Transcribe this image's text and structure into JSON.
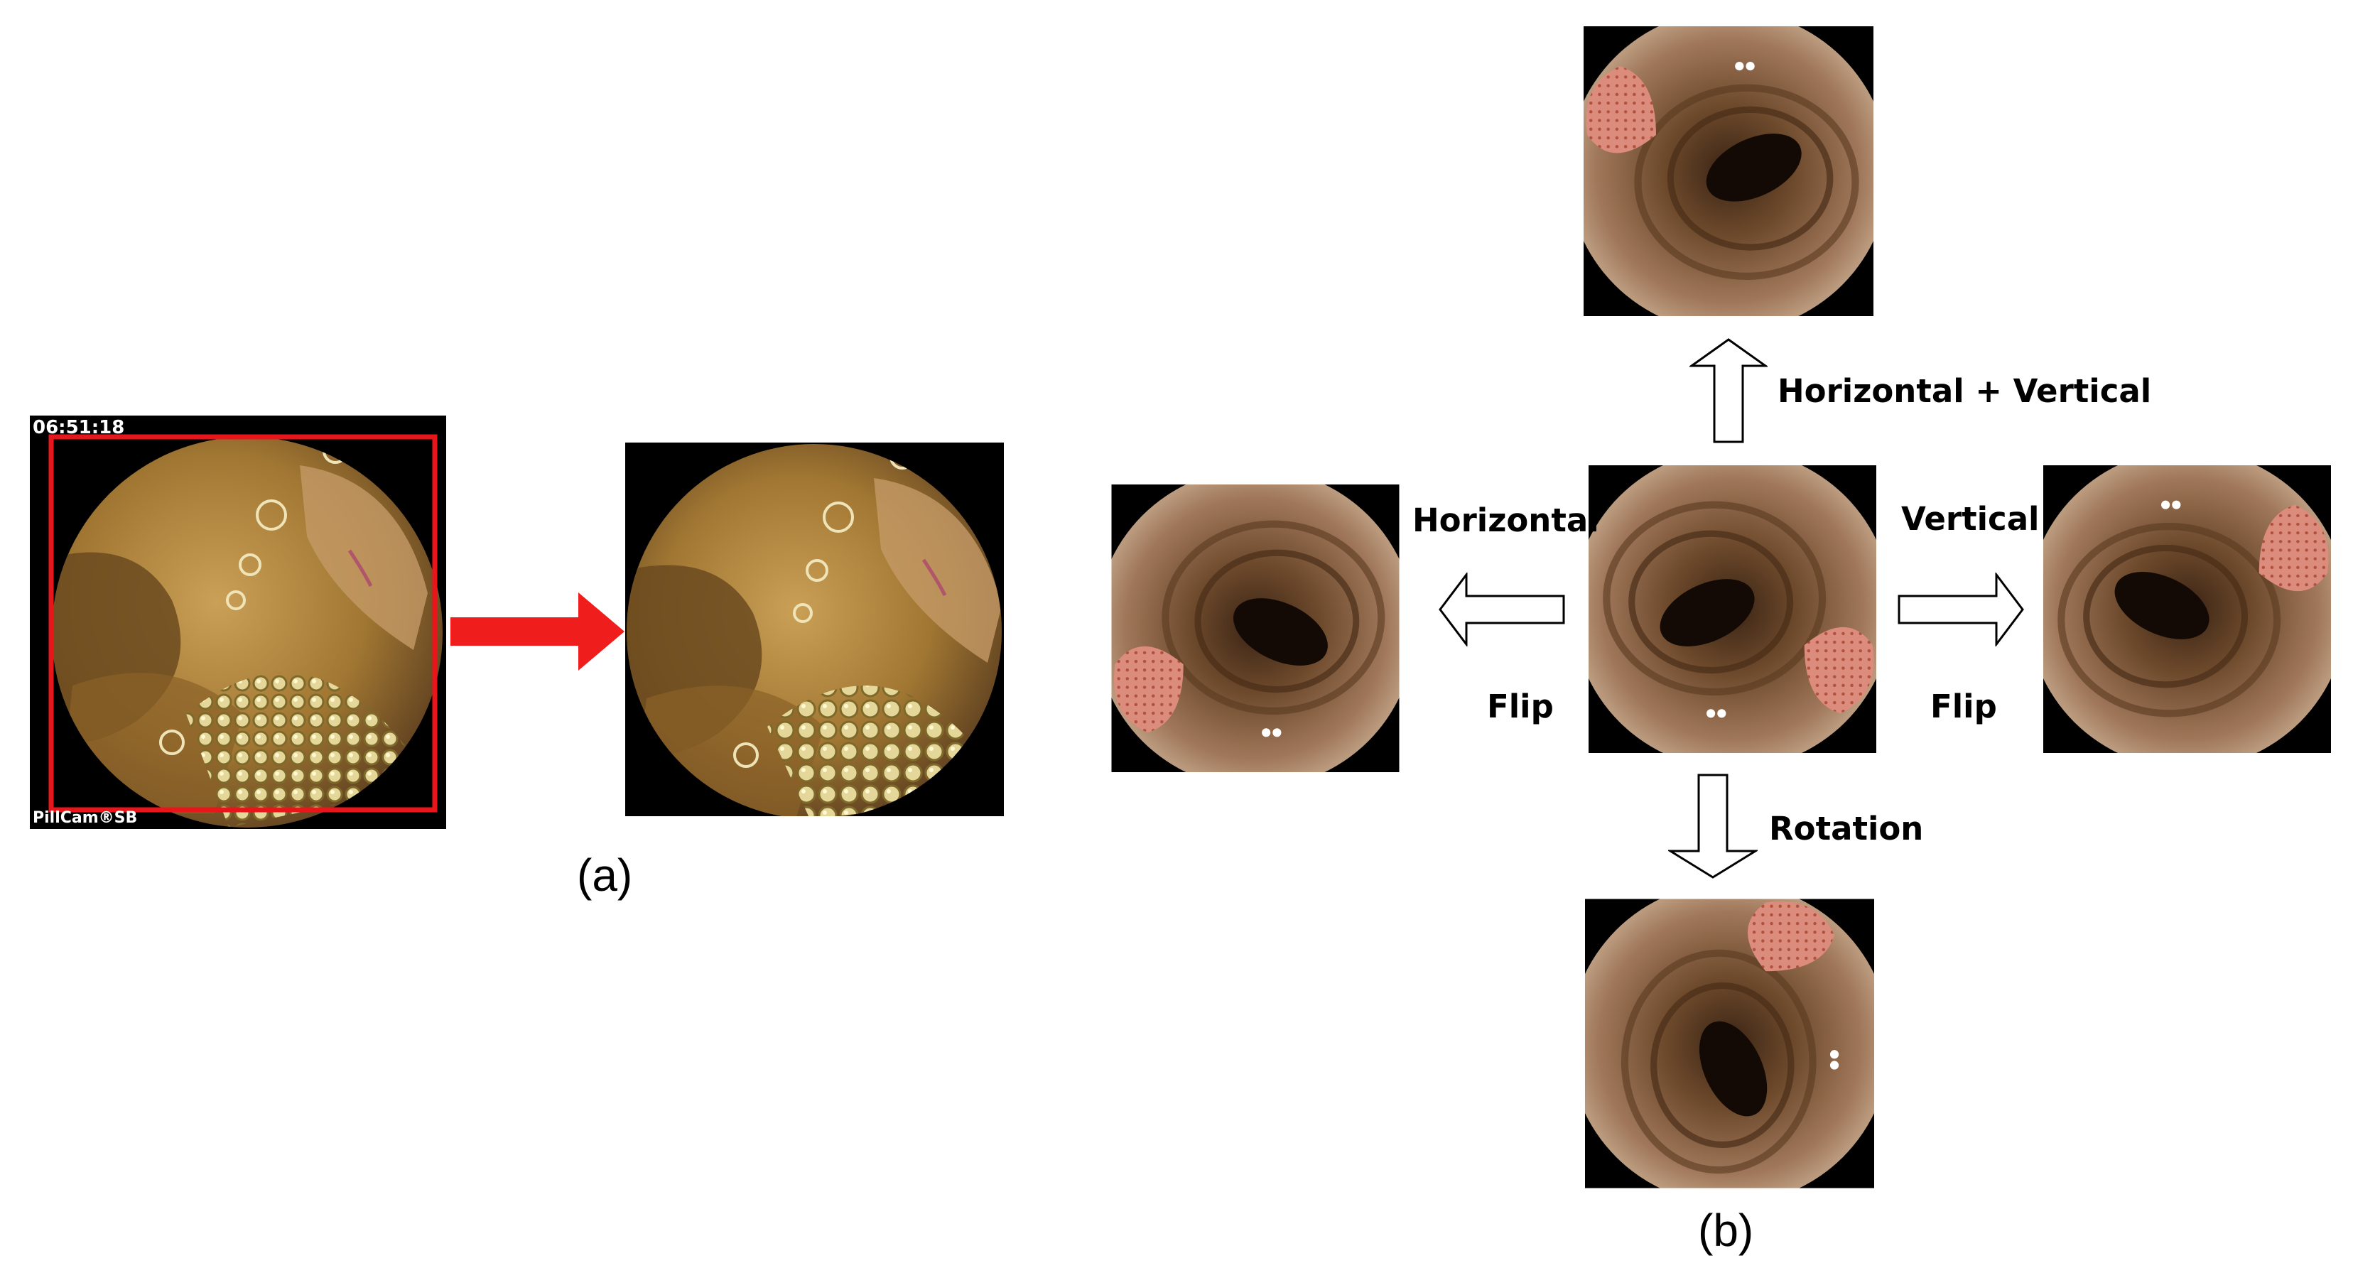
{
  "panel_a": {
    "caption": "(a)",
    "overlay_time": "06:51:18",
    "overlay_brand": "PillCam®SB"
  },
  "panel_b": {
    "caption": "(b)",
    "labels": {
      "horizontal_vertical": "Horizontal + Vertical",
      "horizontal": "Horizontal",
      "vertical": "Vertical",
      "flip_left": "Flip",
      "flip_right": "Flip",
      "rotation": "Rotation"
    }
  },
  "colors": {
    "crop_box": "#e8161b",
    "red_arrow": "#ef1d1b",
    "frame_bg": "#000000",
    "tissue_a": "#a57c34",
    "tissue_b": "#7a4f2c",
    "polyp": "#d98878"
  }
}
